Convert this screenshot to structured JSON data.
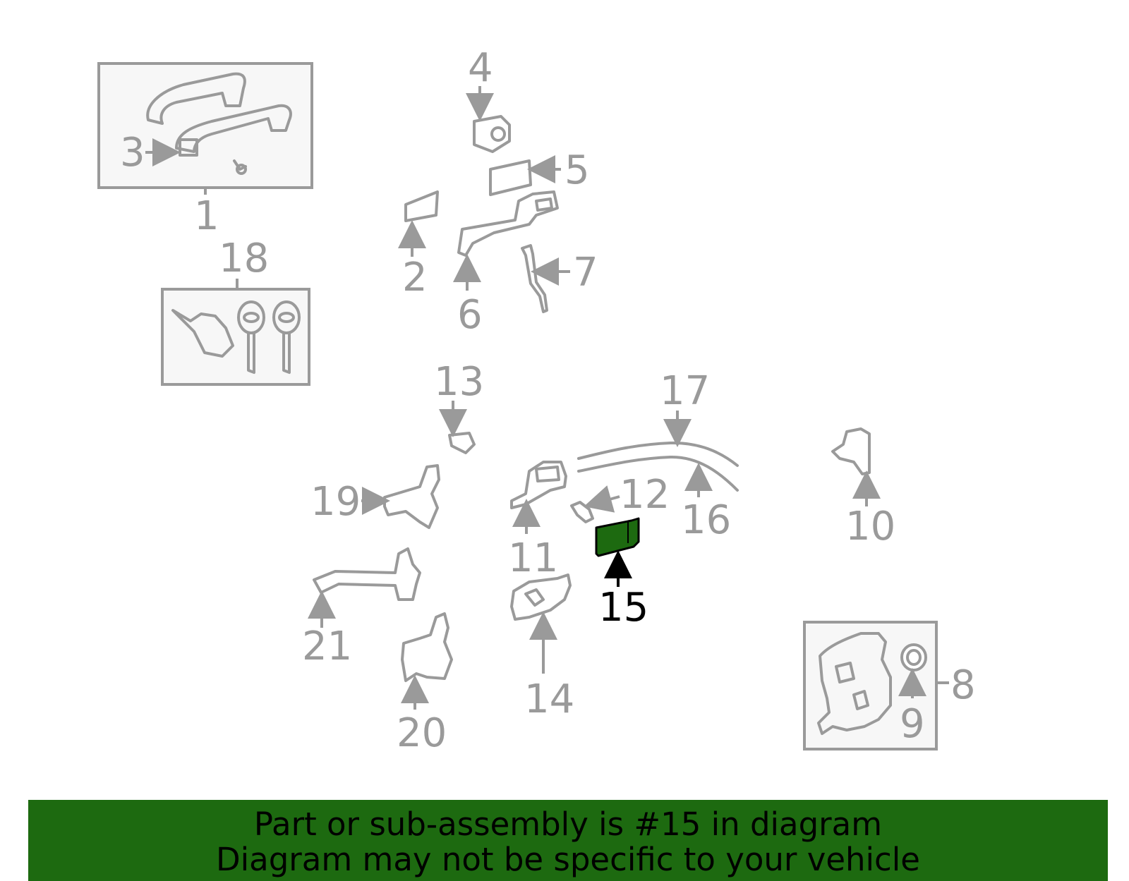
{
  "colors": {
    "part_line": "#9a9a9a",
    "highlight_part": "#1d6a10",
    "banner_bg": "#1d6a10",
    "highlight_label": "#000000"
  },
  "highlighted_part": "15",
  "callouts": {
    "c1": "1",
    "c2": "2",
    "c3": "3",
    "c4": "4",
    "c5": "5",
    "c6": "6",
    "c7": "7",
    "c8": "8",
    "c9": "9",
    "c10": "10",
    "c11": "11",
    "c12": "12",
    "c13": "13",
    "c14": "14",
    "c15": "15",
    "c16": "16",
    "c17": "17",
    "c18": "18",
    "c19": "19",
    "c20": "20",
    "c21": "21"
  },
  "banner": {
    "line1": "Part or sub-assembly is #15 in diagram",
    "line2": "Diagram may not be specific to your vehicle"
  }
}
